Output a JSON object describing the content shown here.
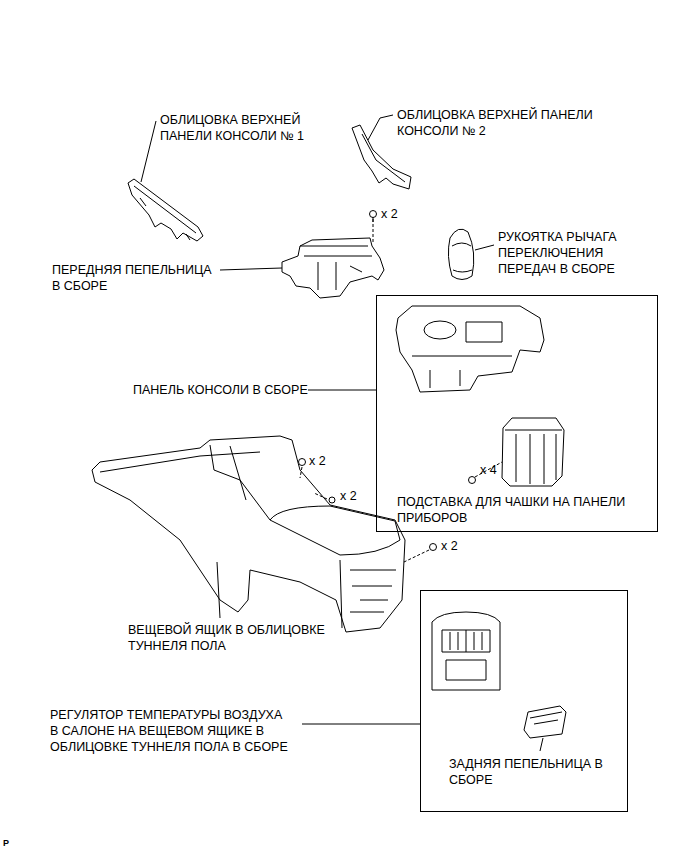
{
  "diagram": {
    "nodes": [
      {
        "text": [
          "x 4",
          "ПОДСТАВКА ДЛЯ ЧАШКИ НА ПАНЕЛИ ПРИБОРОВ"
        ]
      },
      {
        "text": [
          "ЗАДНЯЯ ПЕПЕЛЬНИЦА В СБОРЕ"
        ]
      }
    ],
    "labels": [
      "ОБЛИЦОВКА ВЕРХНЕЙ ПАНЕЛИ КОНСОЛИ № 1",
      "ОБЛИЦОВКА ВЕРХНЕЙ ПАНЕЛИ КОНСОЛИ № 2",
      "x 2",
      "РУКОЯТКА РЫЧАГА ПЕРЕКЛЮЧЕНИЯ ПЕРЕДАЧ В СБОРЕ",
      "ПЕРЕДНЯЯ ПЕПЕЛЬНИЦА В СБОРЕ",
      "ПАНЕЛЬ КОНСОЛИ В СБОРЕ",
      "x 2",
      "x 2",
      "x 2",
      "ВЕЩЕВОЙ ЯЩИК В ОБЛИЦОВКЕ ТУННЕЛЯ ПОЛА",
      "РЕГУЛЯТОР ТЕМПЕРАТУРЫ ВОЗДУХА В САЛОНЕ НА ВЕЩЕВОМ ЯЩИКЕ В ОБЛИЦОВКЕ ТУННЕЛЯ ПОЛА В СБОРЕ",
      "P"
    ]
  }
}
